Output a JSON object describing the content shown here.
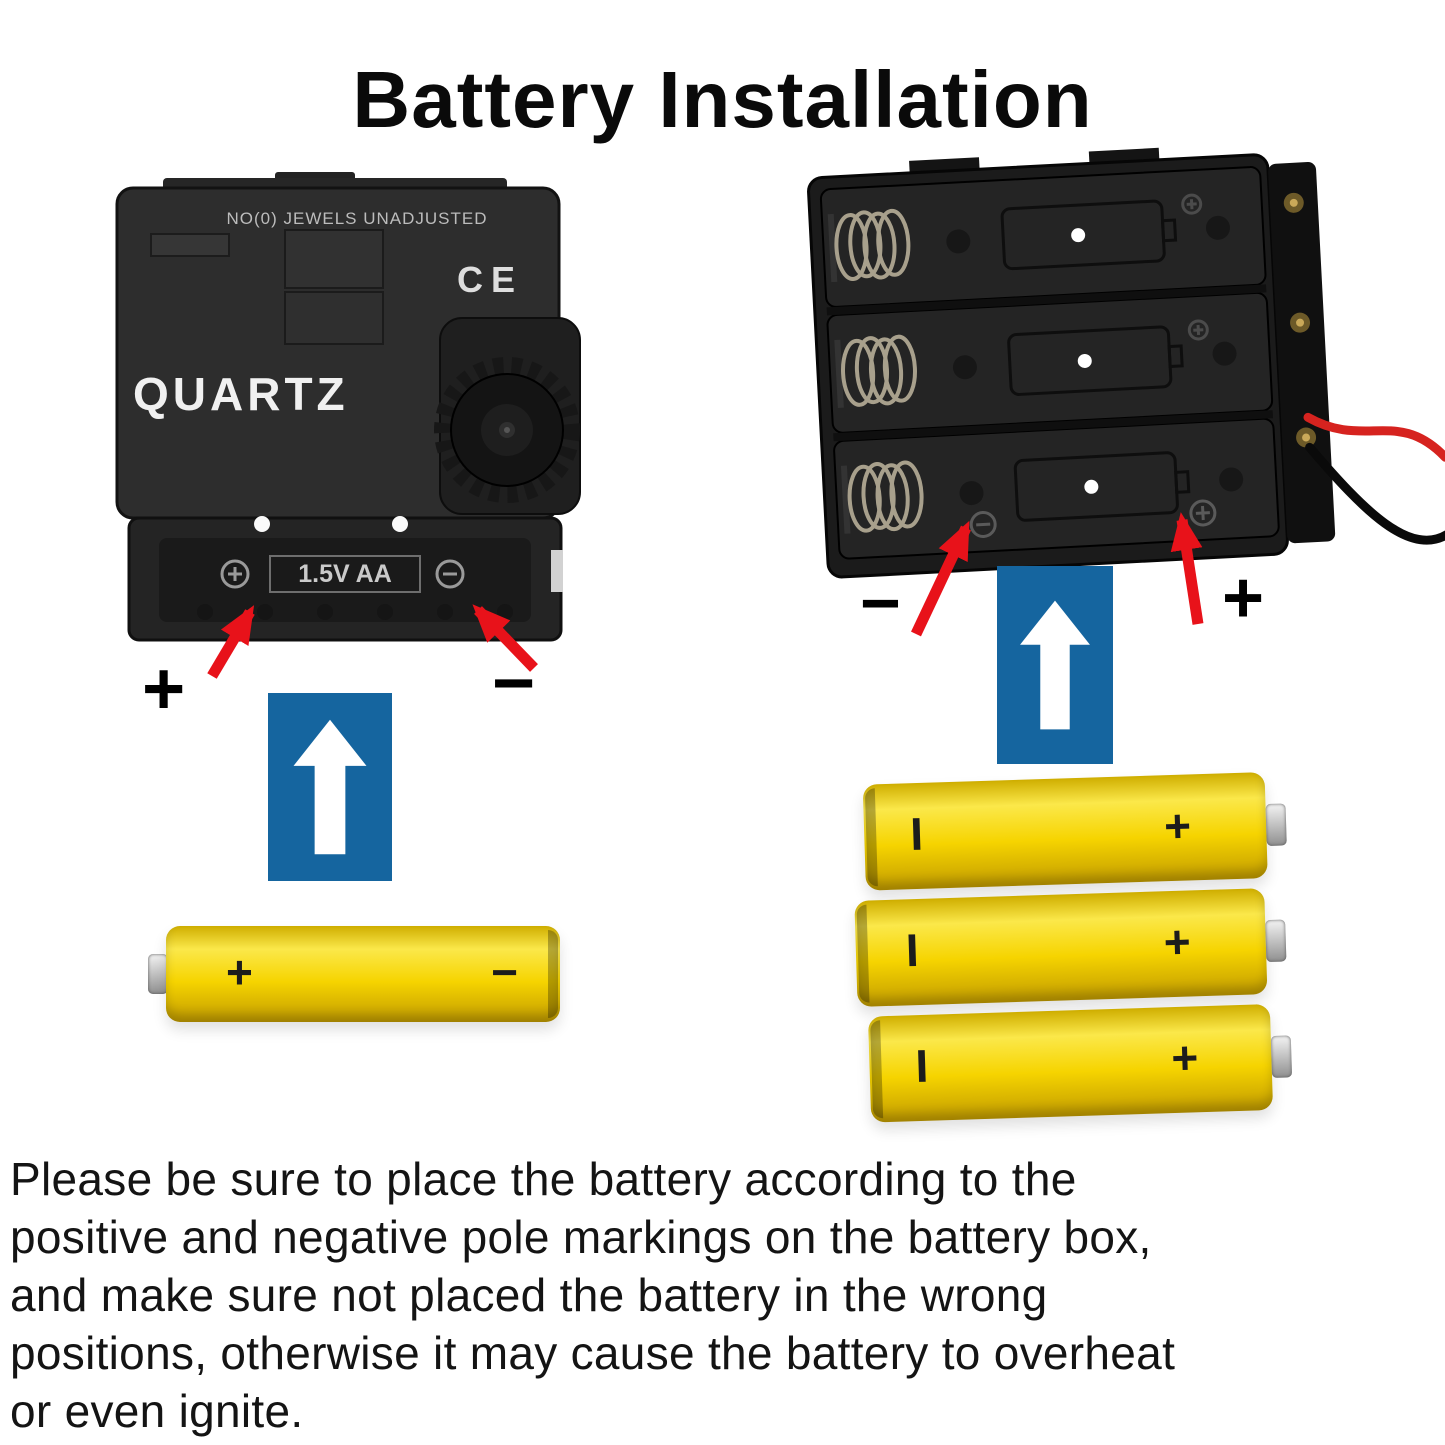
{
  "title": "Battery Installation",
  "colors": {
    "arrow_red": "#e8121a",
    "arrow_blue": "#15659f",
    "battery_yellow": "#f6d400",
    "device_black": "#1b1b1b"
  },
  "left_figure": {
    "movement": {
      "top_text": "NO(0) JEWELS UNADJUSTED",
      "brand": "QUARTZ",
      "ce_mark": "CE",
      "battery_slot_label": "1.5V AA"
    },
    "polarity": {
      "plus": "+",
      "minus": "−"
    },
    "battery": {
      "plus": "+",
      "minus": "−"
    }
  },
  "right_figure": {
    "polarity": {
      "minus": "−",
      "plus": "+"
    },
    "batteries": [
      {
        "neg": "I",
        "pos": "+"
      },
      {
        "neg": "I",
        "pos": "+"
      },
      {
        "neg": "I",
        "pos": "+"
      }
    ]
  },
  "note_lines": [
    "Please be sure to place the battery according to the",
    "positive and negative pole markings on the battery box,",
    "and make sure  not placed the battery in the wrong",
    "positions, otherwise it may cause the battery to overheat",
    "or even ignite."
  ]
}
